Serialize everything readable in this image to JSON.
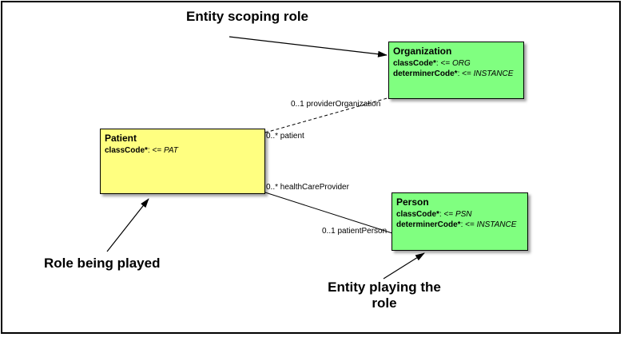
{
  "colors": {
    "role": "#ffff80",
    "entity": "#80ff80"
  },
  "callouts": {
    "scoping": "Entity scoping role",
    "role_played": "Role being played",
    "entity_playing_line1": "Entity playing the",
    "entity_playing_line2": "role"
  },
  "organization": {
    "title": "Organization",
    "attr1_name": "classCode*",
    "attr1_op": ": <= ",
    "attr1_value": "ORG",
    "attr2_name": "determinerCode*",
    "attr2_op": ": <= ",
    "attr2_value": "INSTANCE"
  },
  "patient": {
    "title": "Patient",
    "attr1_name": "classCode*",
    "attr1_op": ": <= ",
    "attr1_value": "PAT"
  },
  "person": {
    "title": "Person",
    "attr1_name": "classCode*",
    "attr1_op": ": <= ",
    "attr1_value": "PSN",
    "attr2_name": "determinerCode*",
    "attr2_op": ": <= ",
    "attr2_value": "INSTANCE"
  },
  "associations": {
    "provider_org": "0..1 providerOrganization",
    "patient_end": "0..* patient",
    "health_care_provider": "0..* healthCareProvider",
    "patient_person": "0..1 patientPerson"
  }
}
